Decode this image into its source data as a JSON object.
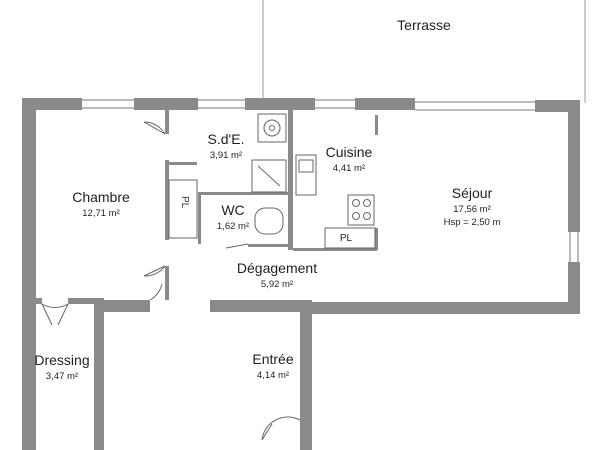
{
  "rooms": {
    "terrasse": {
      "name": "Terrasse"
    },
    "chambre": {
      "name": "Chambre",
      "area": "12,71 m²"
    },
    "sde": {
      "name": "S.d'E.",
      "area": "3,91 m²"
    },
    "cuisine": {
      "name": "Cuisine",
      "area": "4,41 m²"
    },
    "sejour": {
      "name": "Séjour",
      "area": "17,56 m²",
      "hsp": "Hsp = 2,50 m"
    },
    "wc": {
      "name": "WC",
      "area": "1,62 m²"
    },
    "degagement": {
      "name": "Dégagement",
      "area": "5,92 m²"
    },
    "dressing": {
      "name": "Dressing",
      "area": "3,47 m²"
    },
    "entree": {
      "name": "Entrée",
      "area": "4,14 m²"
    }
  },
  "placards": {
    "pl_left": "PL",
    "pl_kitchen": "PL"
  },
  "colors": {
    "wall": "#8a8a8a",
    "line": "#555555",
    "text": "#1f1f1f"
  }
}
